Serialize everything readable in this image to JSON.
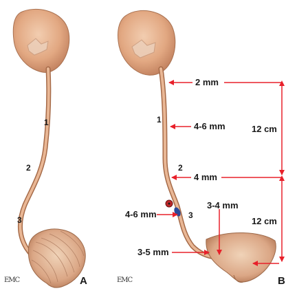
{
  "panel_a": {
    "segment_labels": [
      "1",
      "2",
      "3"
    ],
    "panel_letter": "A",
    "credit": "EMC"
  },
  "panel_b": {
    "segment_labels": [
      "1",
      "2",
      "3"
    ],
    "panel_letter": "B",
    "credit": "EMC",
    "measurements": {
      "pelvic_junction_diameter": "2 mm",
      "lumbar_diameter": "4-6 mm",
      "iliac_crossing_diameter": "4 mm",
      "pelvic_diameter": "4-6 mm",
      "intramural_diameter": "3-4 mm",
      "vesical_diameter": "3-5 mm",
      "upper_length": "12 cm",
      "lower_length": "12 cm"
    }
  },
  "colors": {
    "organ_fill": "#e6b08e",
    "organ_shade": "#c98a68",
    "arrow": "#e8202a",
    "vessel_red": "#c0282a",
    "vessel_blue": "#2a4a9a"
  }
}
